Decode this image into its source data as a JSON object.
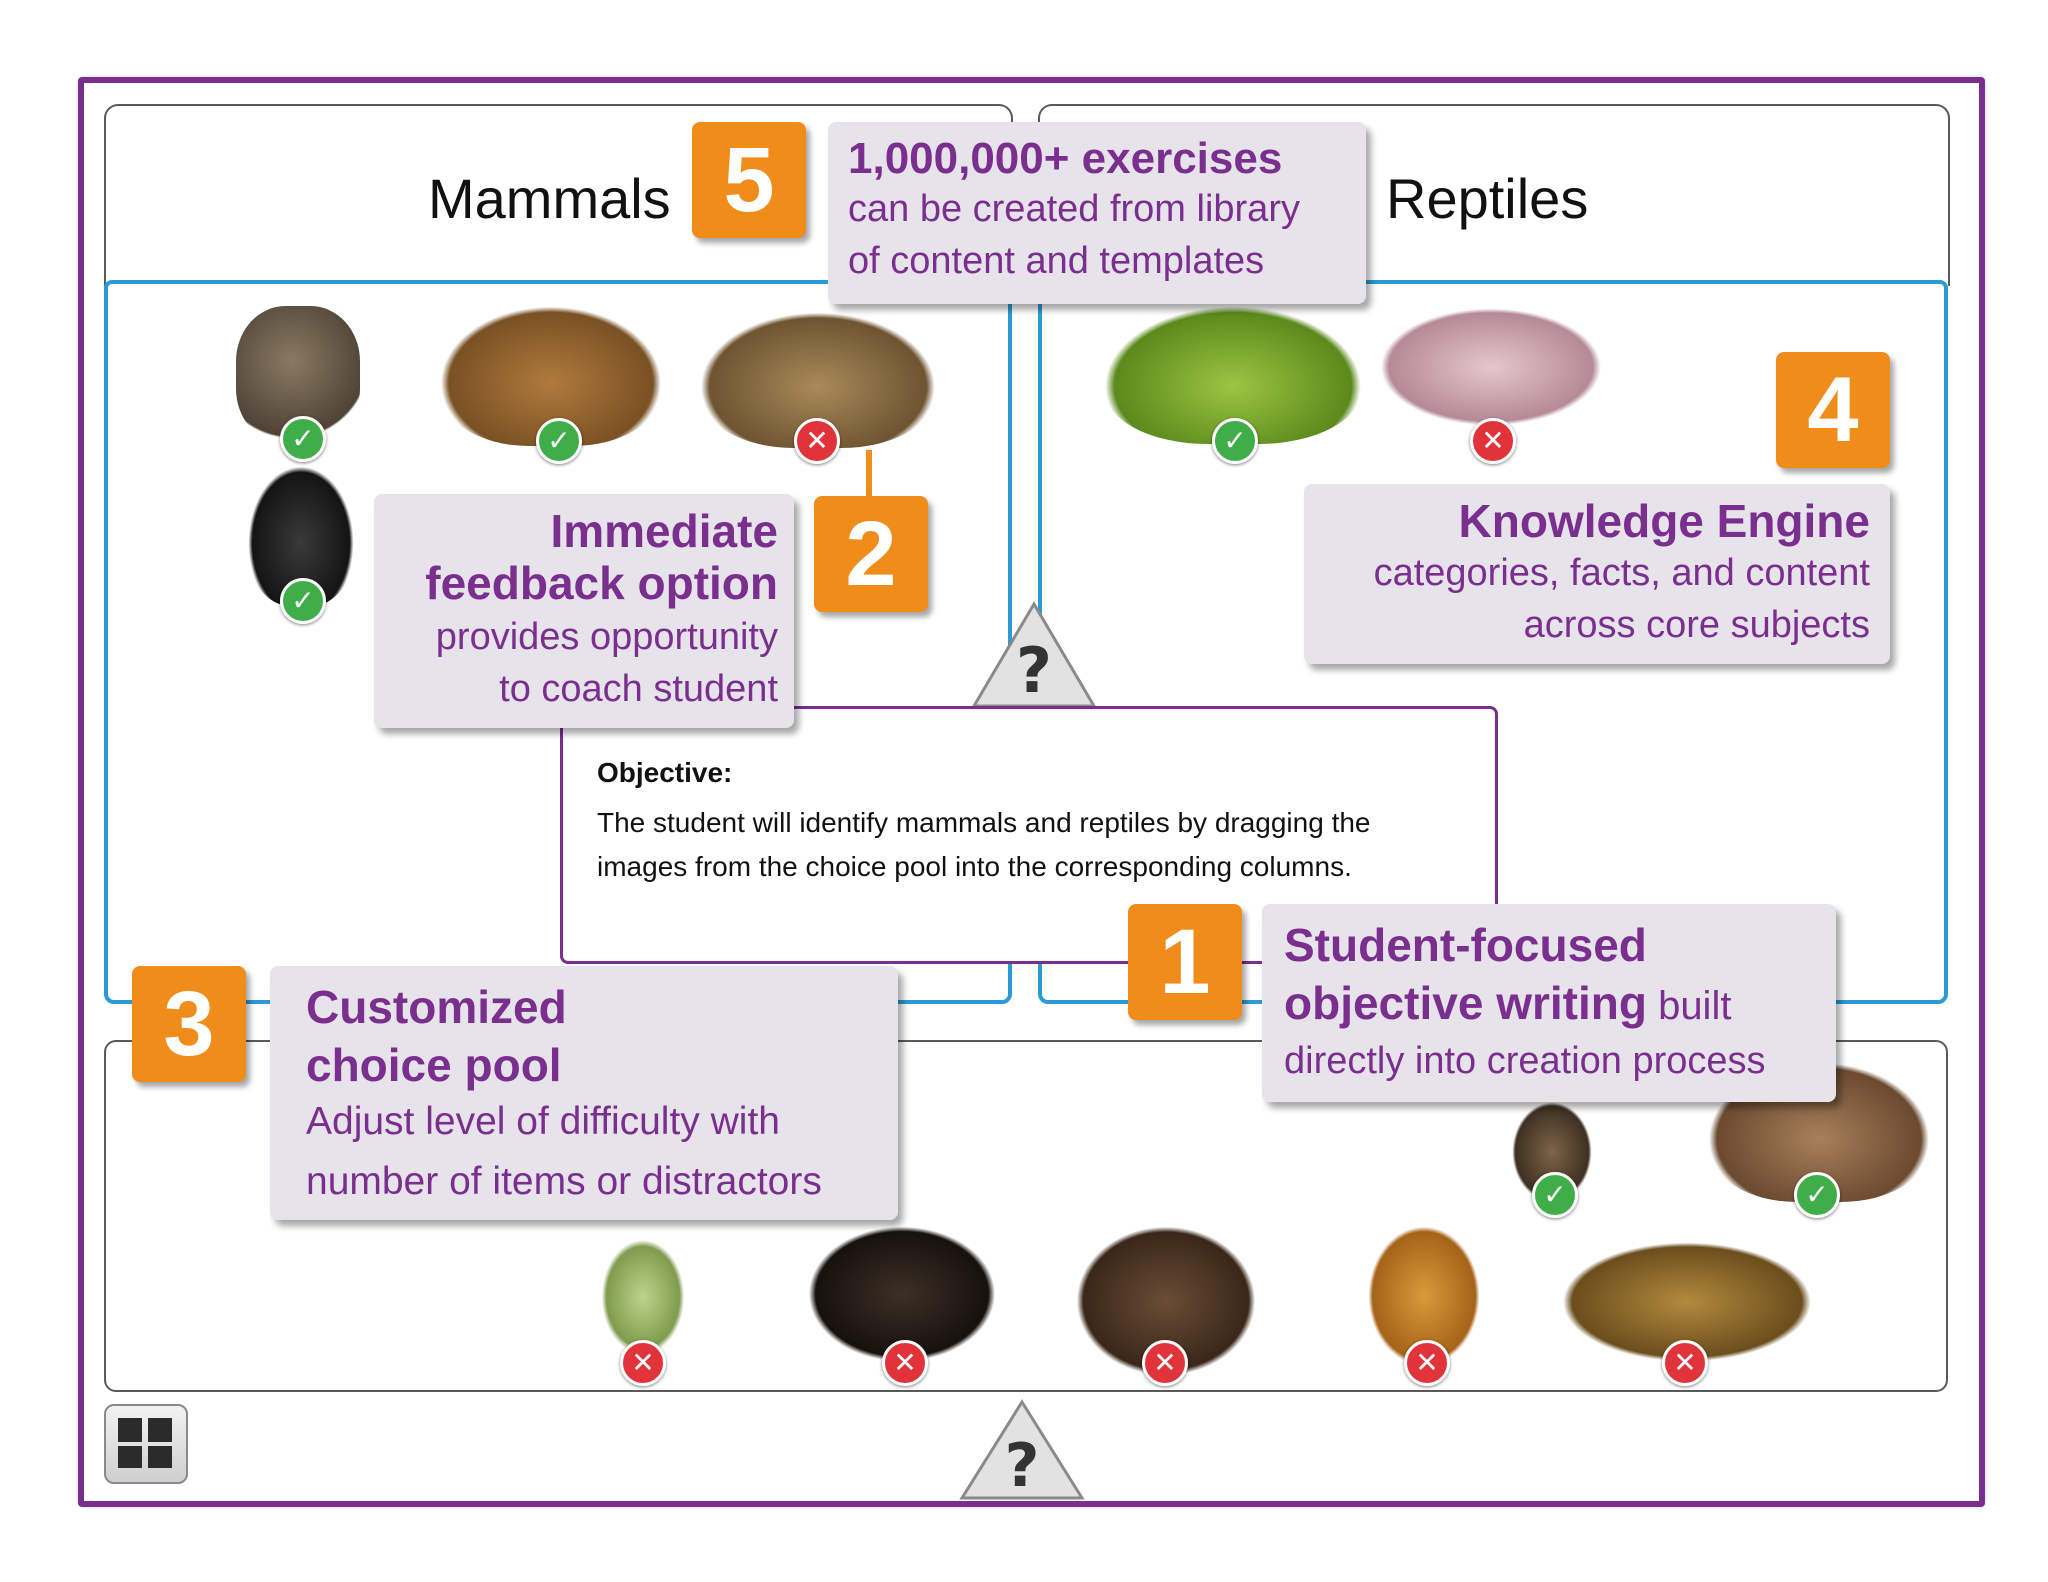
{
  "columns": {
    "left_title": "Mammals",
    "right_title": "Reptiles"
  },
  "objective": {
    "heading": "Objective:",
    "text_line1": "The student will identify mammals and reptiles by dragging the",
    "text_line2": "images from the choice pool into the corresponding columns."
  },
  "callouts": {
    "c5": {
      "badge": "5",
      "title": "1,000,000+ exercises",
      "line1": "can be created from library",
      "line2": "of content and templates"
    },
    "c4": {
      "badge": "4",
      "title": "Knowledge Engine",
      "line1": "categories, facts, and content",
      "line2": "across core subjects"
    },
    "c2": {
      "badge": "2",
      "title1": "Immediate",
      "title2": "feedback option",
      "line1": "provides opportunity",
      "line2": "to coach student"
    },
    "c3": {
      "badge": "3",
      "title1": "Customized",
      "title2": "choice pool",
      "line1": "Adjust level of difficulty with",
      "line2": "number of items or distractors"
    },
    "c1": {
      "badge": "1",
      "title1": "Student-focused",
      "title2": "objective writing",
      "title2_tail": " built",
      "line1": "directly into creation process"
    }
  },
  "help": {
    "symbol": "?"
  },
  "marks": {
    "correct": "✓",
    "incorrect": "✕"
  },
  "colors": {
    "accent": "#7a2f8f",
    "badge": "#f08c1a",
    "drop_border": "#2a9bd6",
    "correct": "#3fae49",
    "incorrect": "#e0333a"
  },
  "icons": {
    "layout_toggle": "layout-grid-icon",
    "help": "question-mark-icon"
  }
}
